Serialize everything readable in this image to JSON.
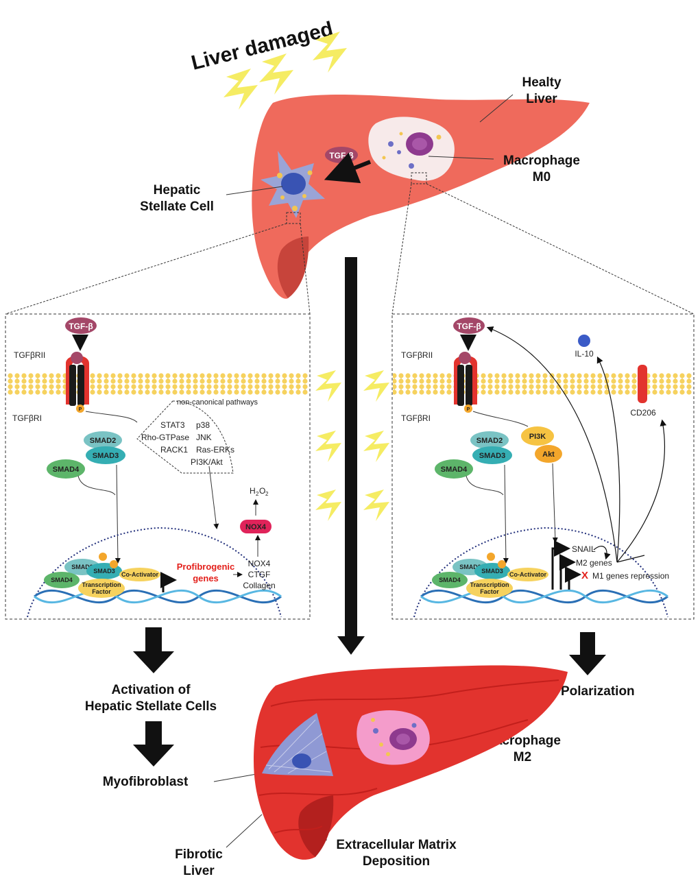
{
  "title": "Liver damaged",
  "colors": {
    "liver_healthy": "#ef6a5c",
    "liver_fibrotic": "#e2332e",
    "membrane": "#f6d25e",
    "tgf": "#a44768",
    "smad2": "#7ac3c4",
    "smad3": "#35aeb3",
    "smad4": "#5db56a",
    "pi3k": "#f6c342",
    "nox4": "#e0235a",
    "profibro": "#e3201b",
    "lightning": "#f5ec63",
    "nucleus_dots": "#1f2d7a"
  },
  "labels": {
    "healthy_liver": [
      "Healty",
      "Liver"
    ],
    "macrophage_m0": [
      "Macrophage",
      "M0"
    ],
    "hsc": [
      "Hepatic",
      "Stellate Cell"
    ],
    "tgf_beta": "TGF-β",
    "activation": [
      "Activation of",
      "Hepatic Stellate Cells"
    ],
    "myofibroblast": "Myofibroblast",
    "m2_polarization": "M2 Polarization",
    "macrophage_m2": [
      "Macrophage",
      "M2"
    ],
    "fibrotic_liver": [
      "Fibrotic",
      "Liver"
    ],
    "ecm": [
      "Extracellular Matrix",
      "Deposition"
    ]
  },
  "left_panel": {
    "tgf": "TGF-β",
    "receptor2": "TGFβRII",
    "receptor1": "TGFβRI",
    "p": "P",
    "noncanonical": "non-canonical pathways",
    "pathways": [
      "STAT3",
      "p38",
      "Rho-GTPase",
      "JNK",
      "RACK1",
      "Ras-ERKs",
      "PI3K/Akt"
    ],
    "smad2": "SMAD2",
    "smad3": "SMAD3",
    "smad4": "SMAD4",
    "h2o2": "H",
    "h2o2_sub": "2",
    "h2o2_o": "O",
    "nox4_badge": "NOX4",
    "genes": [
      "NOX4",
      "CTGF",
      "Collagen"
    ],
    "profibro": [
      "Profibrogenic",
      "genes"
    ],
    "coactivator": "Co-Activator",
    "tf": [
      "Transcription",
      "Factor"
    ]
  },
  "right_panel": {
    "tgf": "TGF-β",
    "receptor2": "TGFβRII",
    "receptor1": "TGFβRI",
    "p": "P",
    "il10": "IL-10",
    "cd206": "CD206",
    "smad2": "SMAD2",
    "smad3": "SMAD3",
    "smad4": "SMAD4",
    "pi3k": "PI3K",
    "akt": "Akt",
    "snail": "SNAIL",
    "m2genes": "M2 genes",
    "m1genes": "M1 genes repression",
    "x": "X",
    "coactivator": "Co-Activator",
    "tf": [
      "Transcription",
      "Factor"
    ]
  }
}
